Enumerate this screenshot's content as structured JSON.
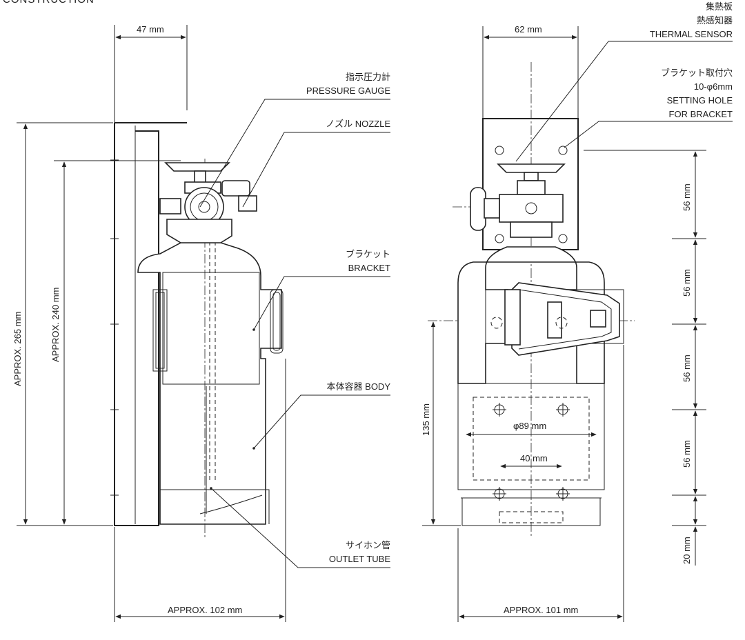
{
  "header_fragment": "CONSTRUCTION",
  "left_view": {
    "dim_top": "47 mm",
    "dim_bottom": "APPROX. 102 mm",
    "dim_total_height": "APPROX. 265 mm",
    "dim_body_height": "APPROX. 240 mm"
  },
  "callouts": {
    "pressure_gauge_jp": "指示圧力計",
    "pressure_gauge_en": "PRESSURE GAUGE",
    "nozzle": "ノズル NOZZLE",
    "bracket_jp": "ブラケット",
    "bracket_en": "BRACKET",
    "body": "本体容器 BODY",
    "outlet_tube_jp": "サイホン管",
    "outlet_tube_en": "OUTLET TUBE",
    "thermal_sensor_jp1": "集熱板",
    "thermal_sensor_jp2": "熱感知器",
    "thermal_sensor_en": "THERMAL SENSOR",
    "setting_hole_jp": "ブラケット取付穴",
    "setting_hole_spec": "10-φ6mm",
    "setting_hole_en1": "SETTING HOLE",
    "setting_hole_en2": "FOR BRACKET"
  },
  "right_view": {
    "dim_top": "62 mm",
    "dim_bottom": "APPROX. 101 mm",
    "dim_diameter": "φ89 mm",
    "dim_hole_spacing": "40 mm",
    "dim_lower_height": "135 mm",
    "dim_pitch": [
      "56 mm",
      "56 mm",
      "56 mm",
      "56 mm"
    ],
    "dim_base": "20 mm"
  }
}
